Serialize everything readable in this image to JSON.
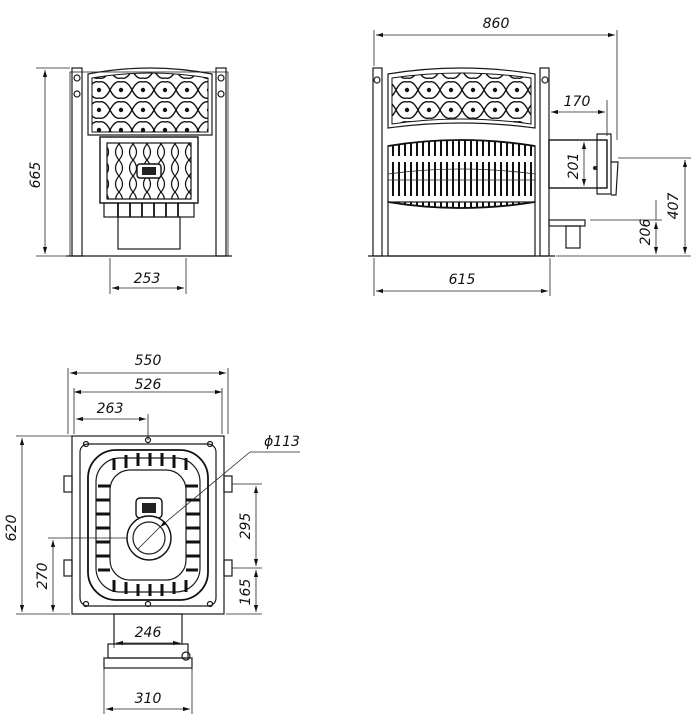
{
  "drawing": {
    "front_view": {
      "height": "665",
      "firebox_width": "253"
    },
    "side_view": {
      "total_depth": "860",
      "base_depth": "615",
      "tank_offset": "170",
      "tank_height": "201",
      "tank_top_height": "407",
      "tank_bottom_height": "206"
    },
    "top_view": {
      "outer_width": "550",
      "inner_width": "526",
      "center_offset": "263",
      "pipe_diameter": "ϕ113",
      "depth": "620",
      "pipe_center_height": "270",
      "side_span": "295",
      "side_offset": "165",
      "door_width": "246",
      "door_flange_width": "310"
    }
  },
  "colors": {
    "line": "#1a1a1a",
    "background": "#ffffff"
  }
}
